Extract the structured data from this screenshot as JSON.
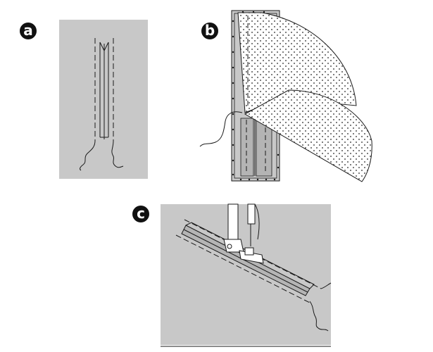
{
  "figure": {
    "panels": [
      {
        "id": "a",
        "label": "a"
      },
      {
        "id": "b",
        "label": "b"
      },
      {
        "id": "c",
        "label": "c"
      }
    ]
  },
  "colors": {
    "background": "#ffffff",
    "fabric_gray": "#c8c8c8",
    "zipper_gray": "#b4b4b4",
    "stroke": "#1a1a1a",
    "foot_white": "#ffffff",
    "badge": "#111111"
  }
}
